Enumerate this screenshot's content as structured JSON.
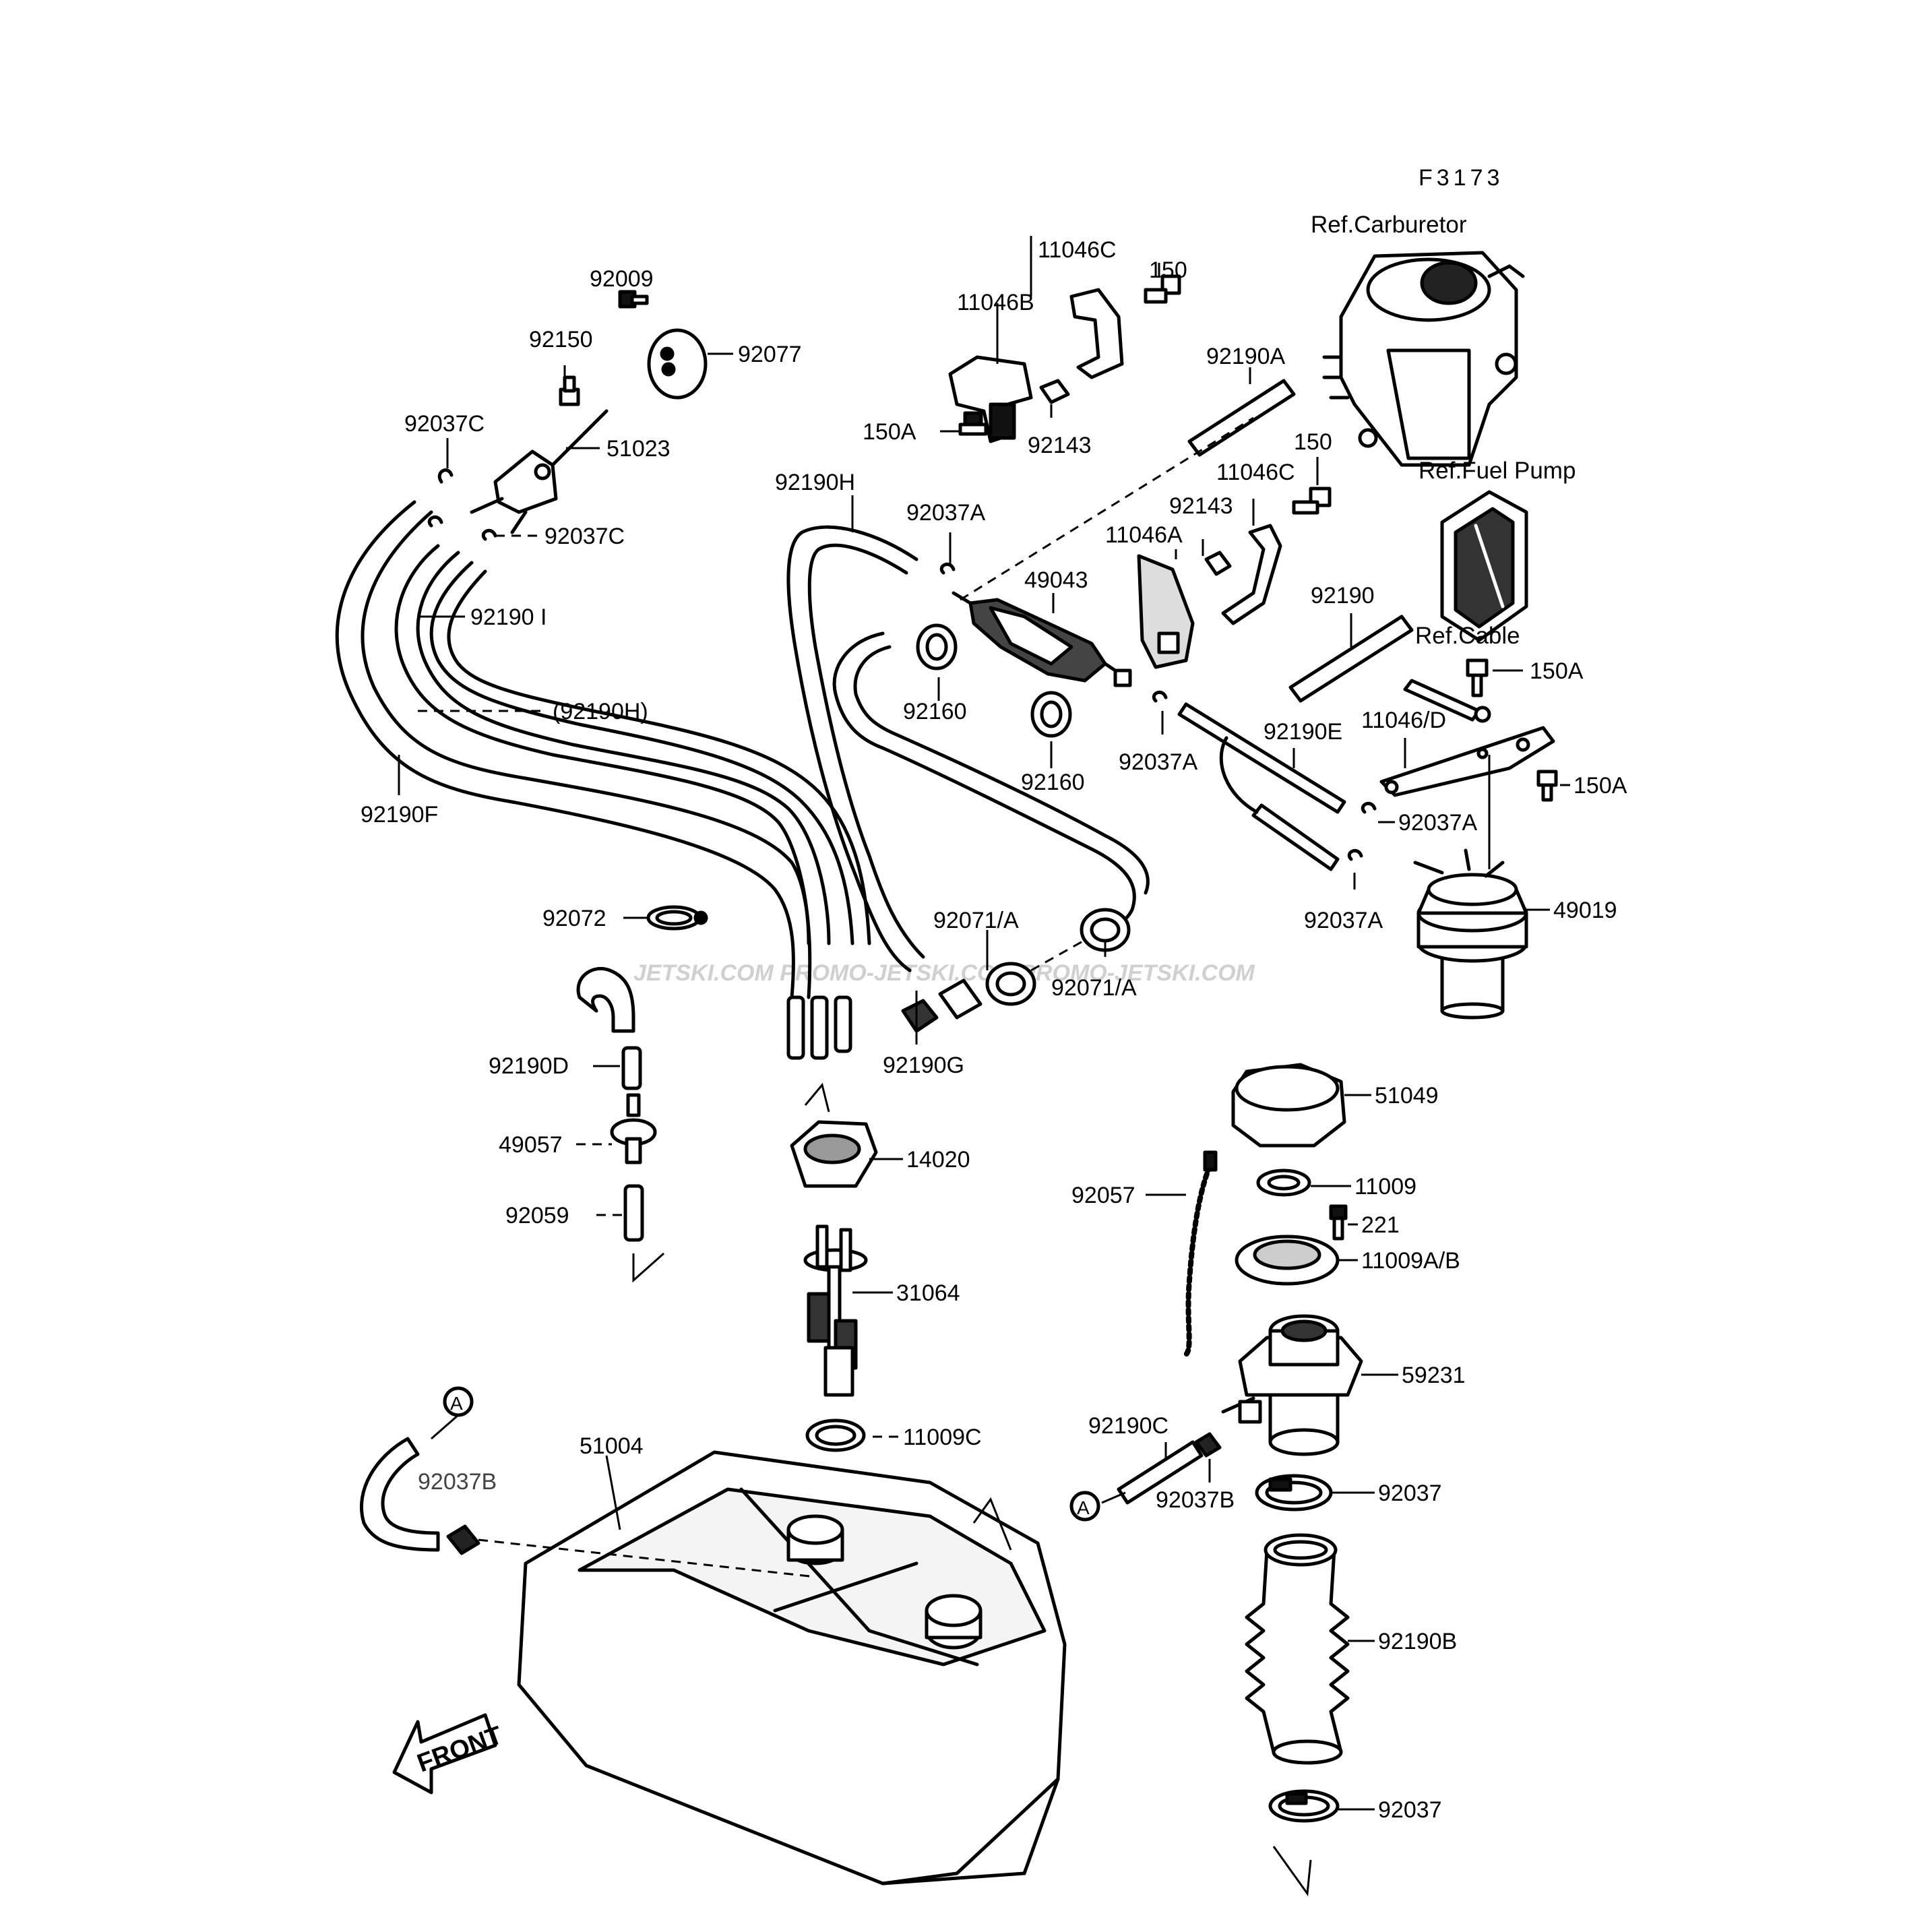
{
  "figure_code": "F3173",
  "watermark": "JETSKI.COM  PROMO-JETSKI.COM  PROMO-JETSKI.COM",
  "front_arrow": "FRONT",
  "refs": {
    "carburetor": "Ref.Carburetor",
    "fuel_pump": "Ref.Fuel Pump",
    "cable": "Ref.Cable"
  },
  "connector_mark": "A",
  "labels": {
    "p92009": "92009",
    "p92150": "92150",
    "p92077": "92077",
    "p92037C_top": "92037C",
    "p51023": "51023",
    "p92037C_bottom": "92037C",
    "p92190I": "92190 I",
    "p92190H_paren": "(92190H)",
    "p92190F": "92190F",
    "p92072": "92072",
    "p92190D": "92190D",
    "p49057": "49057",
    "p92059": "92059",
    "p11046C_top": "11046C",
    "p150_top": "150",
    "p11046B": "11046B",
    "p150A_top": "150A",
    "p92143_top": "92143",
    "p92190A": "92190A",
    "p92190H": "92190H",
    "p92037A_1": "92037A",
    "p49043": "49043",
    "p92160_1": "92160",
    "p92160_2": "92160",
    "p150_mid": "150",
    "p11046C_mid": "11046C",
    "p92143_mid": "92143",
    "p11046A": "11046A",
    "p92190": "92190",
    "p92037A_2": "92037A",
    "p92190E": "92190E",
    "p150A_mid": "150A",
    "p11046D": "11046/D",
    "p150A_right": "150A",
    "p92037A_3": "92037A",
    "p92037A_4": "92037A",
    "p49019": "49019",
    "p92071A_1": "92071/A",
    "p92071A_2": "92071/A",
    "p92190G": "92190G",
    "p14020": "14020",
    "p31064": "31064",
    "p11009C": "11009C",
    "p51004": "51004",
    "p92037B_left": "92037B",
    "p51049": "51049",
    "p11009": "11009",
    "p92057": "92057",
    "p221": "221",
    "p11009AB": "11009A/B",
    "p59231": "59231",
    "p92190C": "92190C",
    "p92037B_right": "92037B",
    "p92037_1": "92037",
    "p92190B": "92190B",
    "p92037_2": "92037"
  }
}
